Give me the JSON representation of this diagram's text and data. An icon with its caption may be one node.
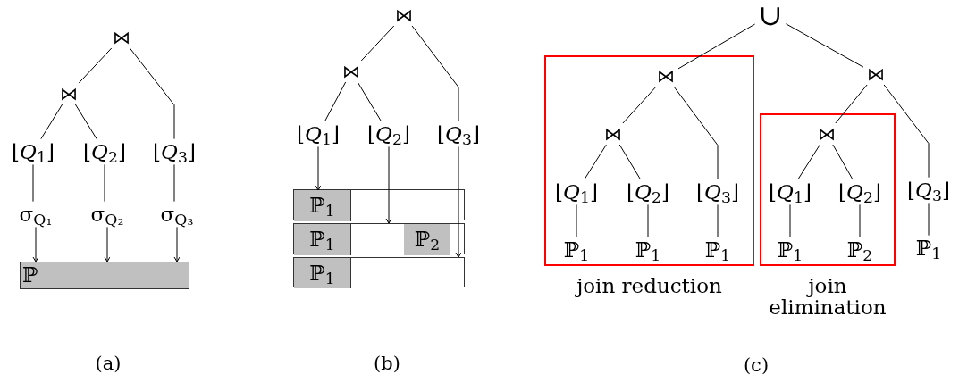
{
  "diagram": {
    "nodes": [
      {
        "text": [
          "⋈"
        ]
      },
      {
        "text": [
          "⋈"
        ]
      },
      {
        "text": [
          "⌊*Q*$_{1}$⌋"
        ]
      },
      {
        "text": [
          "⌊*Q*$_{2}$⌋"
        ]
      },
      {
        "text": [
          "⌊*Q*$_{3}$⌋"
        ]
      },
      {
        "text": [
          "σ$_{Q₁}$"
        ]
      },
      {
        "text": [
          "σ$_{Q₂}$"
        ]
      },
      {
        "text": [
          "σ$_{Q₃}$"
        ]
      },
      {
        "text": [
          "ℙ"
        ]
      },
      {
        "text": [
          "⋈"
        ]
      },
      {
        "text": [
          "⋈"
        ]
      },
      {
        "text": [
          "⌊*Q*$_{1}$⌋"
        ]
      },
      {
        "text": [
          "⌊*Q*$_{2}$⌋"
        ]
      },
      {
        "text": [
          "⌊*Q*$_{3}$⌋"
        ]
      },
      {
        "text": [],
        "shape": "bar"
      },
      {
        "text": [
          "ℙ$_{1}$"
        ],
        "in": 14
      },
      {
        "text": [],
        "shape": "bar"
      },
      {
        "text": [
          "ℙ$_{1}$"
        ],
        "in": 16
      },
      {
        "text": [
          "ℙ$_{2}$"
        ],
        "in": 16
      },
      {
        "text": [],
        "shape": "bar"
      },
      {
        "text": [
          "ℙ$_{1}$"
        ],
        "in": 19
      },
      {
        "text": [
          "∪"
        ]
      },
      {
        "text": [
          "join reduction"
        ]
      },
      {
        "text": [
          "⋈"
        ],
        "in": 22
      },
      {
        "text": [
          "⋈"
        ],
        "in": 22
      },
      {
        "text": [
          "⌊*Q*$_{1}$⌋"
        ],
        "in": 22
      },
      {
        "text": [
          "⌊*Q*$_{2}$⌋"
        ],
        "in": 22
      },
      {
        "text": [
          "⌊*Q*$_{3}$⌋"
        ],
        "in": 22
      },
      {
        "text": [
          "ℙ$_{1}$"
        ],
        "in": 22
      },
      {
        "text": [
          "ℙ$_{1}$"
        ],
        "in": 22
      },
      {
        "text": [
          "ℙ$_{1}$"
        ],
        "in": 22
      },
      {
        "text": [
          "join elimination"
        ]
      },
      {
        "text": [
          "⋈"
        ],
        "in": 31
      },
      {
        "text": [
          "⌊*Q*$_{1}$⌋"
        ],
        "in": 31
      },
      {
        "text": [
          "⌊*Q*$_{2}$⌋"
        ],
        "in": 31
      },
      {
        "text": [
          "ℙ$_{1}$"
        ],
        "in": 31
      },
      {
        "text": [
          "ℙ$_{2}$"
        ],
        "in": 31
      },
      {
        "text": [
          "⋈"
        ]
      },
      {
        "text": [
          "⌊*Q*$_{3}$⌋"
        ]
      },
      {
        "text": [
          "ℙ$_{1}$"
        ]
      }
    ],
    "edges": [
      {
        "from": 0,
        "to": 1,
        "arrow": "none"
      },
      {
        "from": 0,
        "to": 4,
        "arrow": "none"
      },
      {
        "from": 1,
        "to": 2,
        "arrow": "none"
      },
      {
        "from": 1,
        "to": 3,
        "arrow": "none"
      },
      {
        "from": 2,
        "to": 5,
        "arrow": "none"
      },
      {
        "from": 3,
        "to": 6,
        "arrow": "none"
      },
      {
        "from": 4,
        "to": 7,
        "arrow": "none"
      },
      {
        "from": 5,
        "to": 8,
        "arrow": "to"
      },
      {
        "from": 6,
        "to": 8,
        "arrow": "to"
      },
      {
        "from": 7,
        "to": 8,
        "arrow": "to"
      },
      {
        "from": 9,
        "to": 10,
        "arrow": "none"
      },
      {
        "from": 9,
        "to": 13,
        "arrow": "none"
      },
      {
        "from": 10,
        "to": 11,
        "arrow": "none"
      },
      {
        "from": 10,
        "to": 12,
        "arrow": "none"
      },
      {
        "from": 11,
        "to": 15,
        "arrow": "to"
      },
      {
        "from": 12,
        "to": 16,
        "arrow": "to"
      },
      {
        "from": 13,
        "to": 19,
        "arrow": "to"
      },
      {
        "from": 21,
        "to": 23,
        "arrow": "none"
      },
      {
        "from": 21,
        "to": 37,
        "arrow": "none"
      },
      {
        "from": 23,
        "to": 24,
        "arrow": "none"
      },
      {
        "from": 23,
        "to": 27,
        "arrow": "none"
      },
      {
        "from": 24,
        "to": 25,
        "arrow": "none"
      },
      {
        "from": 24,
        "to": 26,
        "arrow": "none"
      },
      {
        "from": 25,
        "to": 28,
        "arrow": "none"
      },
      {
        "from": 26,
        "to": 29,
        "arrow": "none"
      },
      {
        "from": 27,
        "to": 30,
        "arrow": "none"
      },
      {
        "from": 37,
        "to": 32,
        "arrow": "none"
      },
      {
        "from": 37,
        "to": 38,
        "arrow": "none"
      },
      {
        "from": 32,
        "to": 33,
        "arrow": "none"
      },
      {
        "from": 32,
        "to": 34,
        "arrow": "none"
      },
      {
        "from": 33,
        "to": 35,
        "arrow": "none"
      },
      {
        "from": 34,
        "to": 36,
        "arrow": "none"
      },
      {
        "from": 38,
        "to": 39,
        "arrow": "none"
      }
    ],
    "labels": [
      "(a)",
      "(b)",
      "(c)"
    ]
  }
}
